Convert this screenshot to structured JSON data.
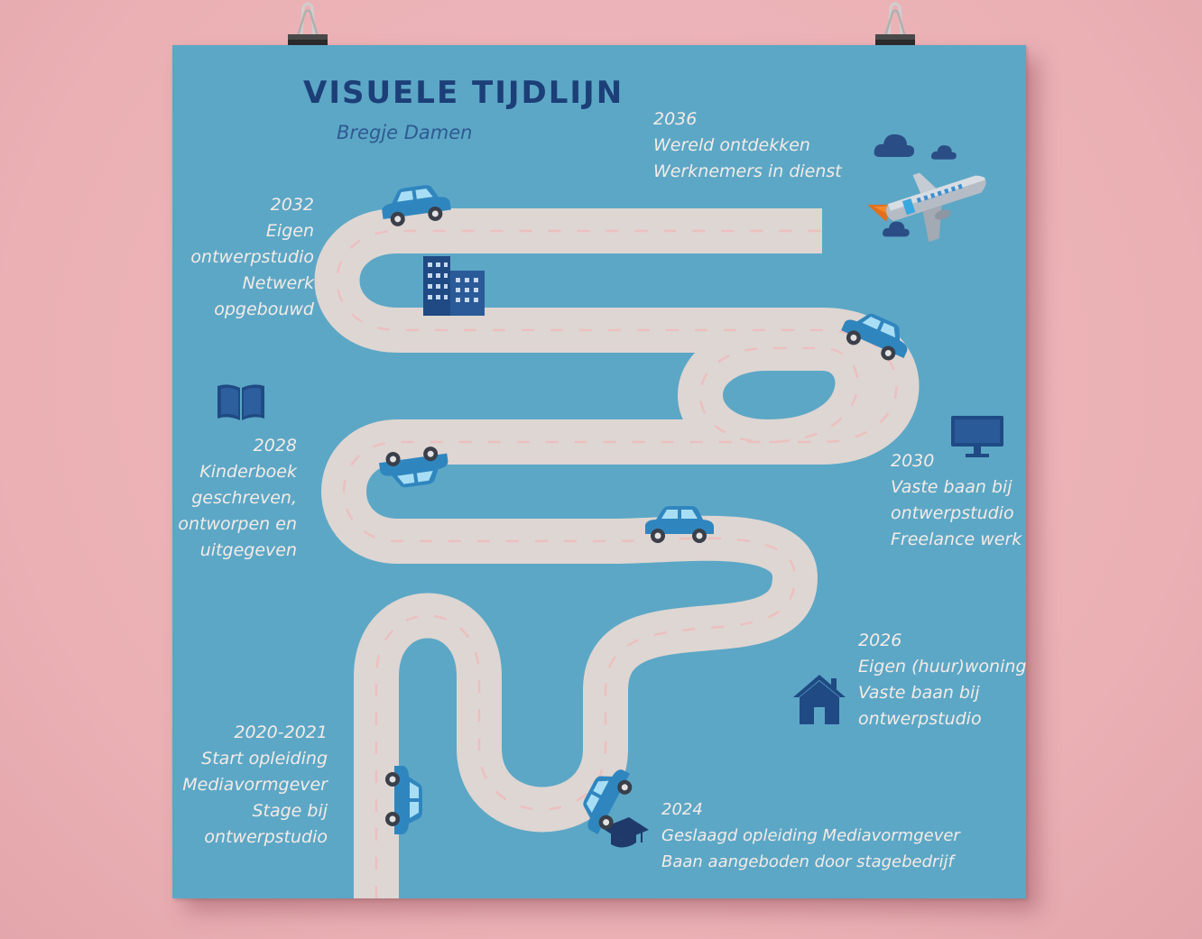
{
  "poster": {
    "title": "VISUELE TIJDLIJN",
    "author": "Bregje Damen"
  },
  "milestones": [
    {
      "year": "2036",
      "lines": [
        "Wereld ontdekken",
        "Werknemers in dienst"
      ]
    },
    {
      "year": "2032",
      "lines": [
        "Eigen",
        "ontwerpstudio",
        "Netwerk",
        "opgebouwd"
      ]
    },
    {
      "year": "2030",
      "lines": [
        "Vaste baan bij",
        "ontwerpstudio",
        "Freelance werk"
      ]
    },
    {
      "year": "2028",
      "lines": [
        "Kinderboek",
        "geschreven,",
        "ontworpen en",
        "uitgegeven"
      ]
    },
    {
      "year": "2026",
      "lines": [
        "Eigen (huur)woning",
        "Vaste baan bij",
        "ontwerpstudio"
      ]
    },
    {
      "year": "2024",
      "lines": [
        "Geslaagd opleiding Mediavormgever",
        "Baan aangeboden door stagebedrijf"
      ]
    },
    {
      "year": "2020-2021",
      "lines": [
        "Start opleiding",
        "Mediavormgever",
        "Stage bij",
        "ontwerpstudio"
      ]
    }
  ],
  "icons": [
    "airplane-icon",
    "cloud-icon",
    "office-building-icon",
    "book-icon",
    "monitor-icon",
    "house-icon",
    "graduation-cap-icon",
    "car-icon",
    "binder-clip-icon"
  ],
  "colors": {
    "wall": "#eeb4b8",
    "poster": "#5ca7c6",
    "road": "#ded6d2",
    "road_dash": "#ecbfc0",
    "title": "#1c3f78",
    "milestone_text": "#f4ebe6",
    "icon_navy": "#1f4a84",
    "car": "#2f86bf"
  }
}
